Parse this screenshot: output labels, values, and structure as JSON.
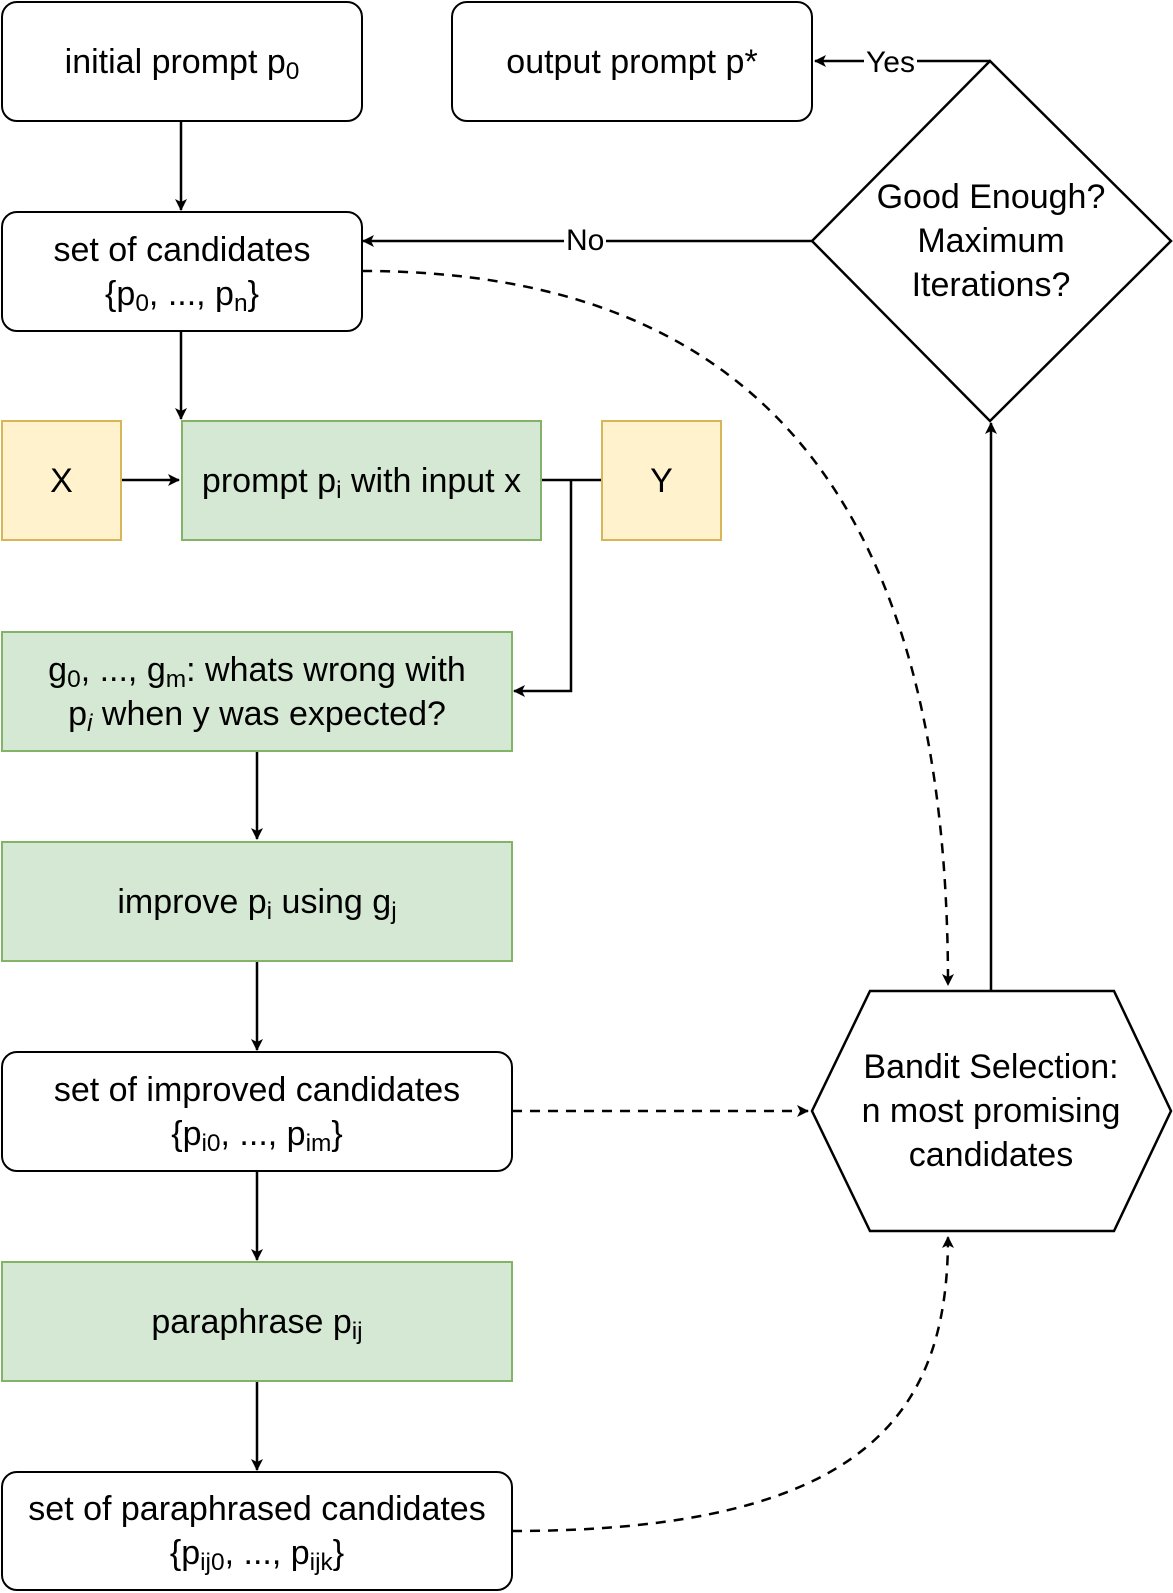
{
  "nodes": {
    "initial_prompt": {
      "main": "initial prompt p",
      "sub": "0"
    },
    "output_prompt": "output prompt p*",
    "candidates": {
      "line1": "set of candidates",
      "open": "{p",
      "sub1": "0",
      "mid": ", ..., p",
      "sub2": "n",
      "close": "}"
    },
    "x_input": "X",
    "y_output": "Y",
    "prompt_with_input": {
      "pre": "prompt p",
      "sub": "i",
      "post": " with input x"
    },
    "gradients": {
      "g": "g",
      "sub1": "0",
      "mid": ", ..., g",
      "sub2": "m",
      "rest": ": whats wrong with",
      "p": "p",
      "psub": "i",
      "line2": " when y was expected?"
    },
    "improve": {
      "pre": "improve p",
      "sub1": "i",
      "mid": " using g",
      "sub2": "j"
    },
    "improved_candidates": {
      "line1": "set of improved candidates",
      "open": "{p",
      "sub1": "i0",
      "mid": ", ..., p",
      "sub2": "im",
      "close": "}"
    },
    "paraphrase": {
      "pre": "paraphrase p",
      "sub": "ij"
    },
    "paraphrased_candidates": {
      "line1": "set of paraphrased candidates",
      "open": "{p",
      "sub1": "ij0",
      "mid": ", ..., p",
      "sub2": "ijk",
      "close": "}"
    },
    "decision": {
      "line1": "Good Enough?",
      "line2": "Maximum",
      "line3": "Iterations?"
    },
    "bandit": {
      "line1": "Bandit Selection:",
      "line2": "n most promising",
      "line3": "candidates"
    }
  },
  "edges": {
    "yes_label": "Yes",
    "no_label": "No"
  },
  "colors": {
    "green_fill": "#d5e8d4",
    "green_stroke": "#82b366",
    "yellow_fill": "#fff2cc",
    "yellow_stroke": "#d6b656"
  }
}
